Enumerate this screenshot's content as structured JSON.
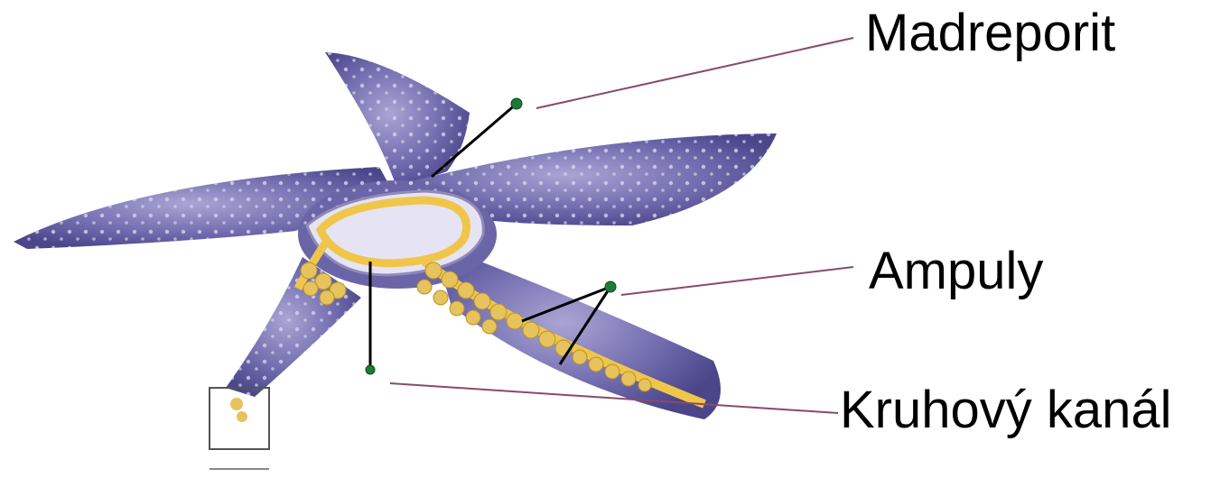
{
  "labels": {
    "madreporit": "Madreporit",
    "ampuly": "Ampuly",
    "kruhovy_kanal": "Kruhový kanál"
  },
  "colors": {
    "body": "#6f6aa8",
    "body_dark": "#4f4a8c",
    "body_light": "#9a96c6",
    "canal": "#f0c64a",
    "ampule": "#e2c25a",
    "leader_line": "#8a4a6a",
    "pin_head": "#1f7a3a"
  },
  "icons": {
    "starfish": "starfish-illustration",
    "pin": "pin-marker-icon"
  }
}
